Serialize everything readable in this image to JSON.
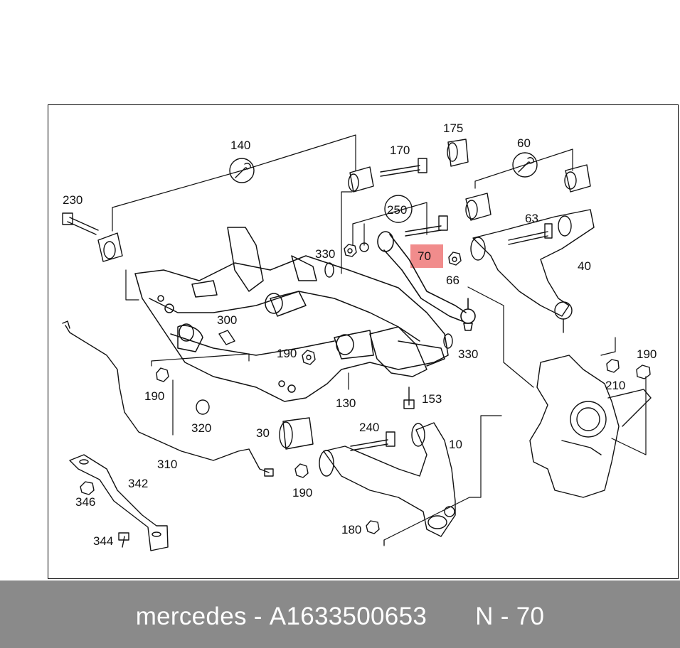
{
  "diagram": {
    "highlight_part": "70",
    "labels": {
      "p140": "140",
      "p170": "170",
      "p175": "175",
      "p60": "60",
      "p230": "230",
      "p250": "250",
      "p63": "63",
      "p330a": "330",
      "p70": "70",
      "p66": "66",
      "p40": "40",
      "p300": "300",
      "p190a": "190",
      "p330b": "330",
      "p190b": "190",
      "p153": "153",
      "p210": "210",
      "p190c": "190",
      "p130": "130",
      "p320": "320",
      "p30": "30",
      "p240": "240",
      "p10": "10",
      "p310": "310",
      "p342": "342",
      "p346": "346",
      "p190d": "190",
      "p180": "180",
      "p344": "344"
    }
  },
  "footer": {
    "brand": "mercedes",
    "dash": "-",
    "part_number": "A1633500653",
    "position": "N - 70"
  }
}
